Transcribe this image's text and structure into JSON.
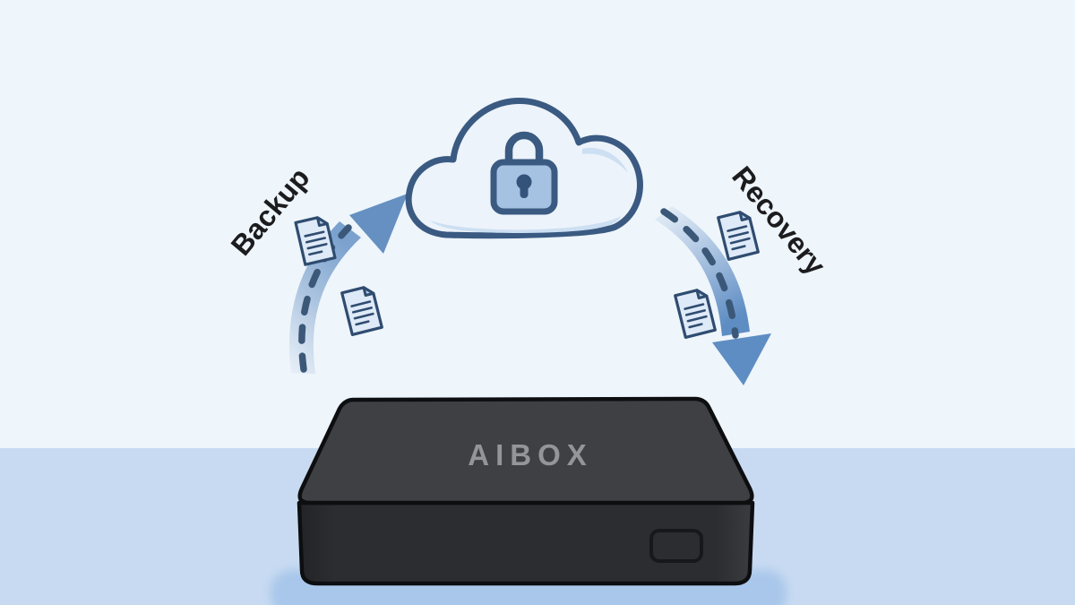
{
  "illustration": {
    "backup_label": "Backup",
    "recovery_label": "Recovery",
    "device_label": "AIBOX"
  },
  "icons": {
    "cloud": "cloud-icon",
    "lock": "lock-icon",
    "backup_arrow": "backup-arrow-icon",
    "recovery_arrow": "recovery-arrow-icon",
    "document": "document-icon",
    "device_button": "device-front-button"
  },
  "colors": {
    "sky": "#eef5fb",
    "floor": "#c7daf1",
    "outline_blue": "#3a5a82",
    "cloud_fill": "#edf3fa",
    "cloud_shade": "#cddff2",
    "lock_body": "#a6c2e2",
    "lock_keyhole": "#33537a",
    "arrow_backup_head": "#6590c1",
    "arrow_recovery_head": "#5e8dc3",
    "dash": "#3b5878",
    "doc_fill": "#d9e7f6",
    "doc_outline": "#2f4c70",
    "label_text": "#1c1c1e",
    "box_top": "#3e4044",
    "box_front": "#2b2d31",
    "box_outline": "#0d0e10",
    "device_label_text": "#939598",
    "device_shadow": "#a7c6ea"
  }
}
